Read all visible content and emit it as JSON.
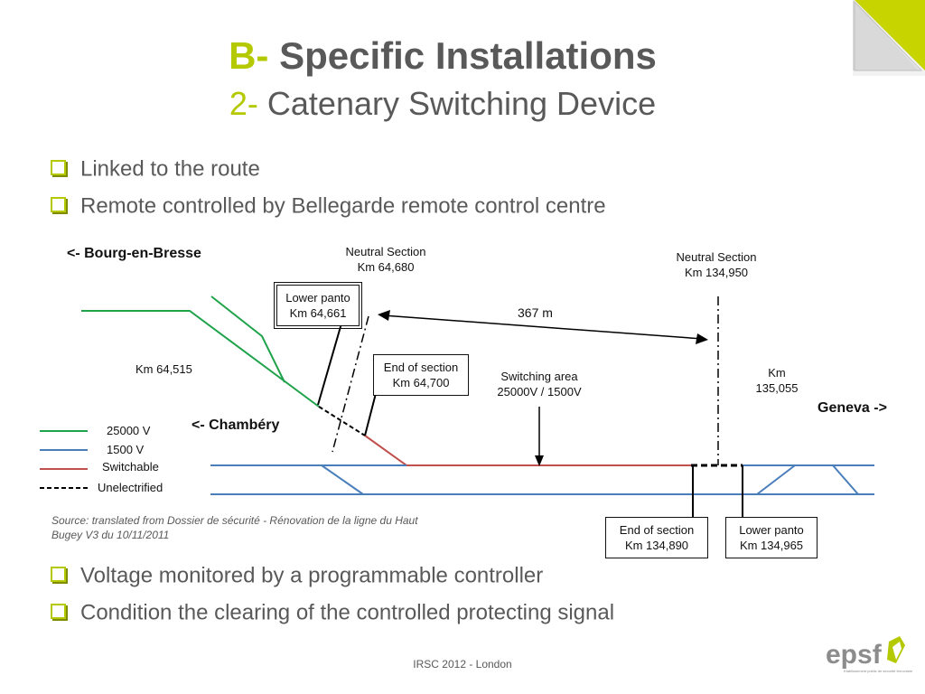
{
  "slide": {
    "title_prefix": "B-",
    "title_text": "Specific Installations",
    "subtitle_prefix": "2-",
    "subtitle_text": "Catenary Switching Device",
    "bullets_top": [
      "Linked to the route",
      "Remote controlled by Bellegarde remote control centre"
    ],
    "bullets_bottom": [
      "Voltage monitored by a programmable controller",
      "Condition the clearing of the controlled protecting signal"
    ],
    "source_note": "Source:  translated from Dossier de sécurité  - Rénovation de la ligne du Haut Bugey V3 du 10/11/2011",
    "footer": "IRSC 2012 - London",
    "logo": {
      "text": "epsf",
      "tagline": "Etablissement public de sécurité ferroviaire",
      "color": "#8c8c8c",
      "accent": "#b5c900"
    },
    "colors": {
      "accent": "#b5c900",
      "text": "#595959"
    }
  },
  "diagram": {
    "direction_left": "<- Bourg-en-Bresse",
    "direction_branch": "<- Chambéry",
    "direction_right": "Geneva ->",
    "neutral_section_left": {
      "title": "Neutral Section",
      "km": "Km 64,680"
    },
    "neutral_section_right": {
      "title": "Neutral Section",
      "km": "Km 134,950"
    },
    "lower_panto_left": {
      "title": "Lower panto",
      "km": "Km 64,661"
    },
    "end_of_section_left": {
      "title": "End of section",
      "km": "Km 64,700"
    },
    "switching_area": {
      "title": "Switching area",
      "voltage": "25000V / 1500V"
    },
    "km_64515": "Km 64,515",
    "km_right": {
      "line1": "Km",
      "line2": "135,055"
    },
    "distance": "367 m",
    "end_of_section_right": {
      "title": "End of section",
      "km": "Km 134,890"
    },
    "lower_panto_right": {
      "title": "Lower panto",
      "km": "Km 134,965"
    },
    "legend": [
      {
        "label": "25000 V",
        "color": "#1fa34a",
        "style": "solid"
      },
      {
        "label": "1500 V",
        "color": "#4a7ebb",
        "style": "solid"
      },
      {
        "label": "Switchable",
        "color": "#c0504d",
        "style": "solid"
      },
      {
        "label": "Unelectrified",
        "color": "#000000",
        "style": "dashed"
      }
    ]
  }
}
